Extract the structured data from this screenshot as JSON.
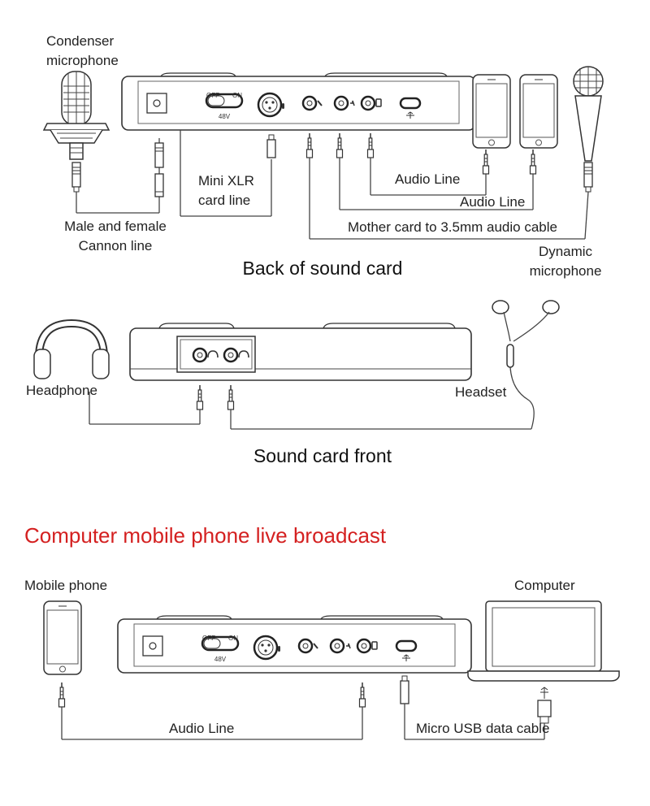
{
  "back": {
    "condenser_mic": "Condenser\nmicrophone",
    "mini_xlr": "Mini XLR\ncard line",
    "cannon_line": "Male and female\nCannon line",
    "audio_line_1": "Audio Line",
    "audio_line_2": "Audio Line",
    "mother_card": "Mother card to 3.5mm audio cable",
    "dynamic_mic": "Dynamic\nmicrophone",
    "title": "Back of sound card",
    "switch_off": "OFF",
    "switch_on": "ON",
    "switch_48v": "48V"
  },
  "front": {
    "headphone": "Headphone",
    "headset": "Headset",
    "title": "Sound card front"
  },
  "broadcast": {
    "heading": "Computer mobile phone live broadcast",
    "heading_color": "#d42020",
    "mobile_phone": "Mobile phone",
    "computer": "Computer",
    "audio_line": "Audio Line",
    "usb_cable": "Micro USB data cable",
    "switch_off": "OFF",
    "switch_on": "ON",
    "switch_48v": "48V"
  },
  "icons": [
    "condenser-microphone-icon",
    "smartphone-icon",
    "dynamic-microphone-icon",
    "headphone-icon",
    "earphone-icon",
    "laptop-icon",
    "usb-icon"
  ]
}
